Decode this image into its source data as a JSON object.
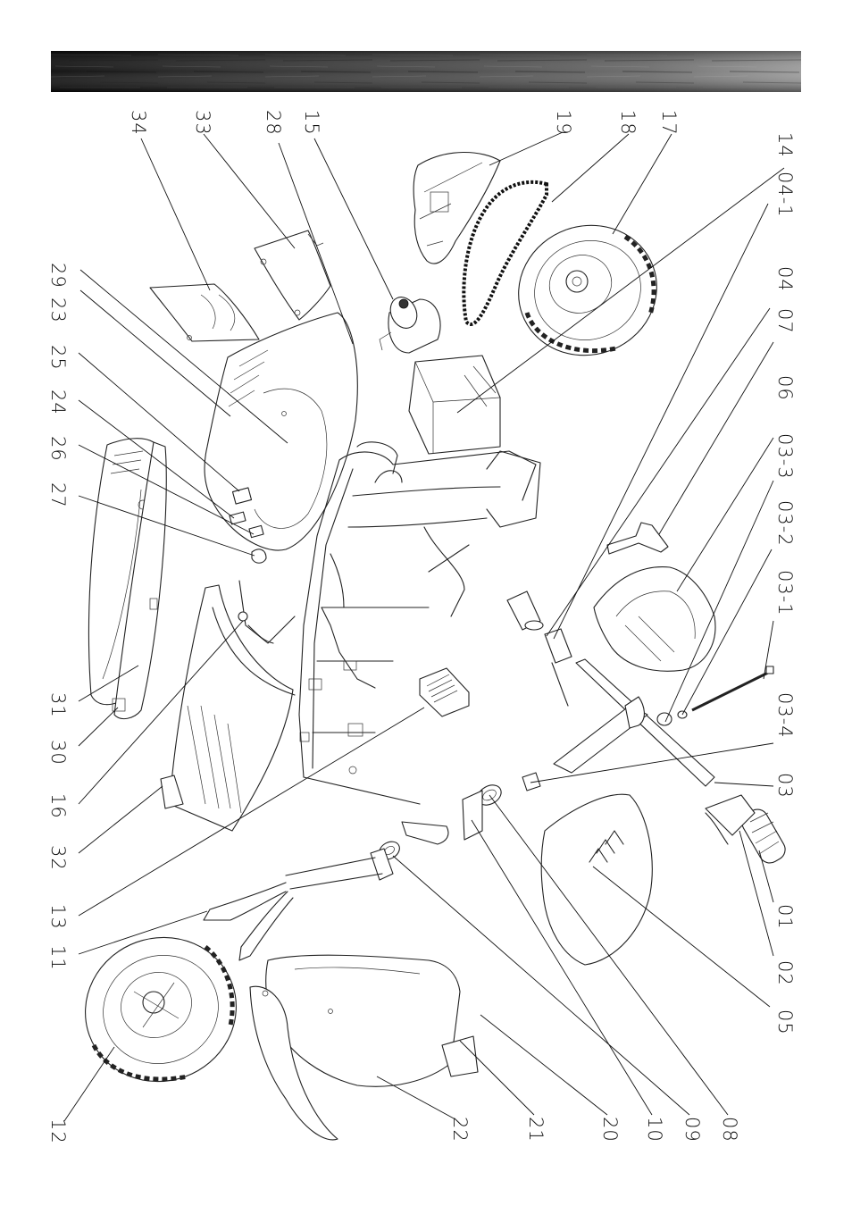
{
  "header": {
    "style": "brushed-metal",
    "colors": [
      "#0a0a0a",
      "#3a3a3a",
      "#8a8a8a"
    ]
  },
  "callouts": {
    "p14": "14",
    "p04_1": "04-1",
    "p04": "04",
    "p07": "07",
    "p06": "06",
    "p03_3": "03-3",
    "p03_2": "03-2",
    "p03_1": "03-1",
    "p03_4": "03-4",
    "p03": "03",
    "p01": "01",
    "p02": "02",
    "p05": "05",
    "p17": "17",
    "p18": "18",
    "p19": "19",
    "p15": "15",
    "p28": "28",
    "p33": "33",
    "p34": "34",
    "p29": "29",
    "p23": "23",
    "p25": "25",
    "p24": "24",
    "p26": "26",
    "p27": "27",
    "p31": "31",
    "p30": "30",
    "p16": "16",
    "p32": "32",
    "p13": "13",
    "p11": "11",
    "p12": "12",
    "p22": "22",
    "p21": "21",
    "p20": "20",
    "p10": "10",
    "p09": "09",
    "p08": "08"
  }
}
